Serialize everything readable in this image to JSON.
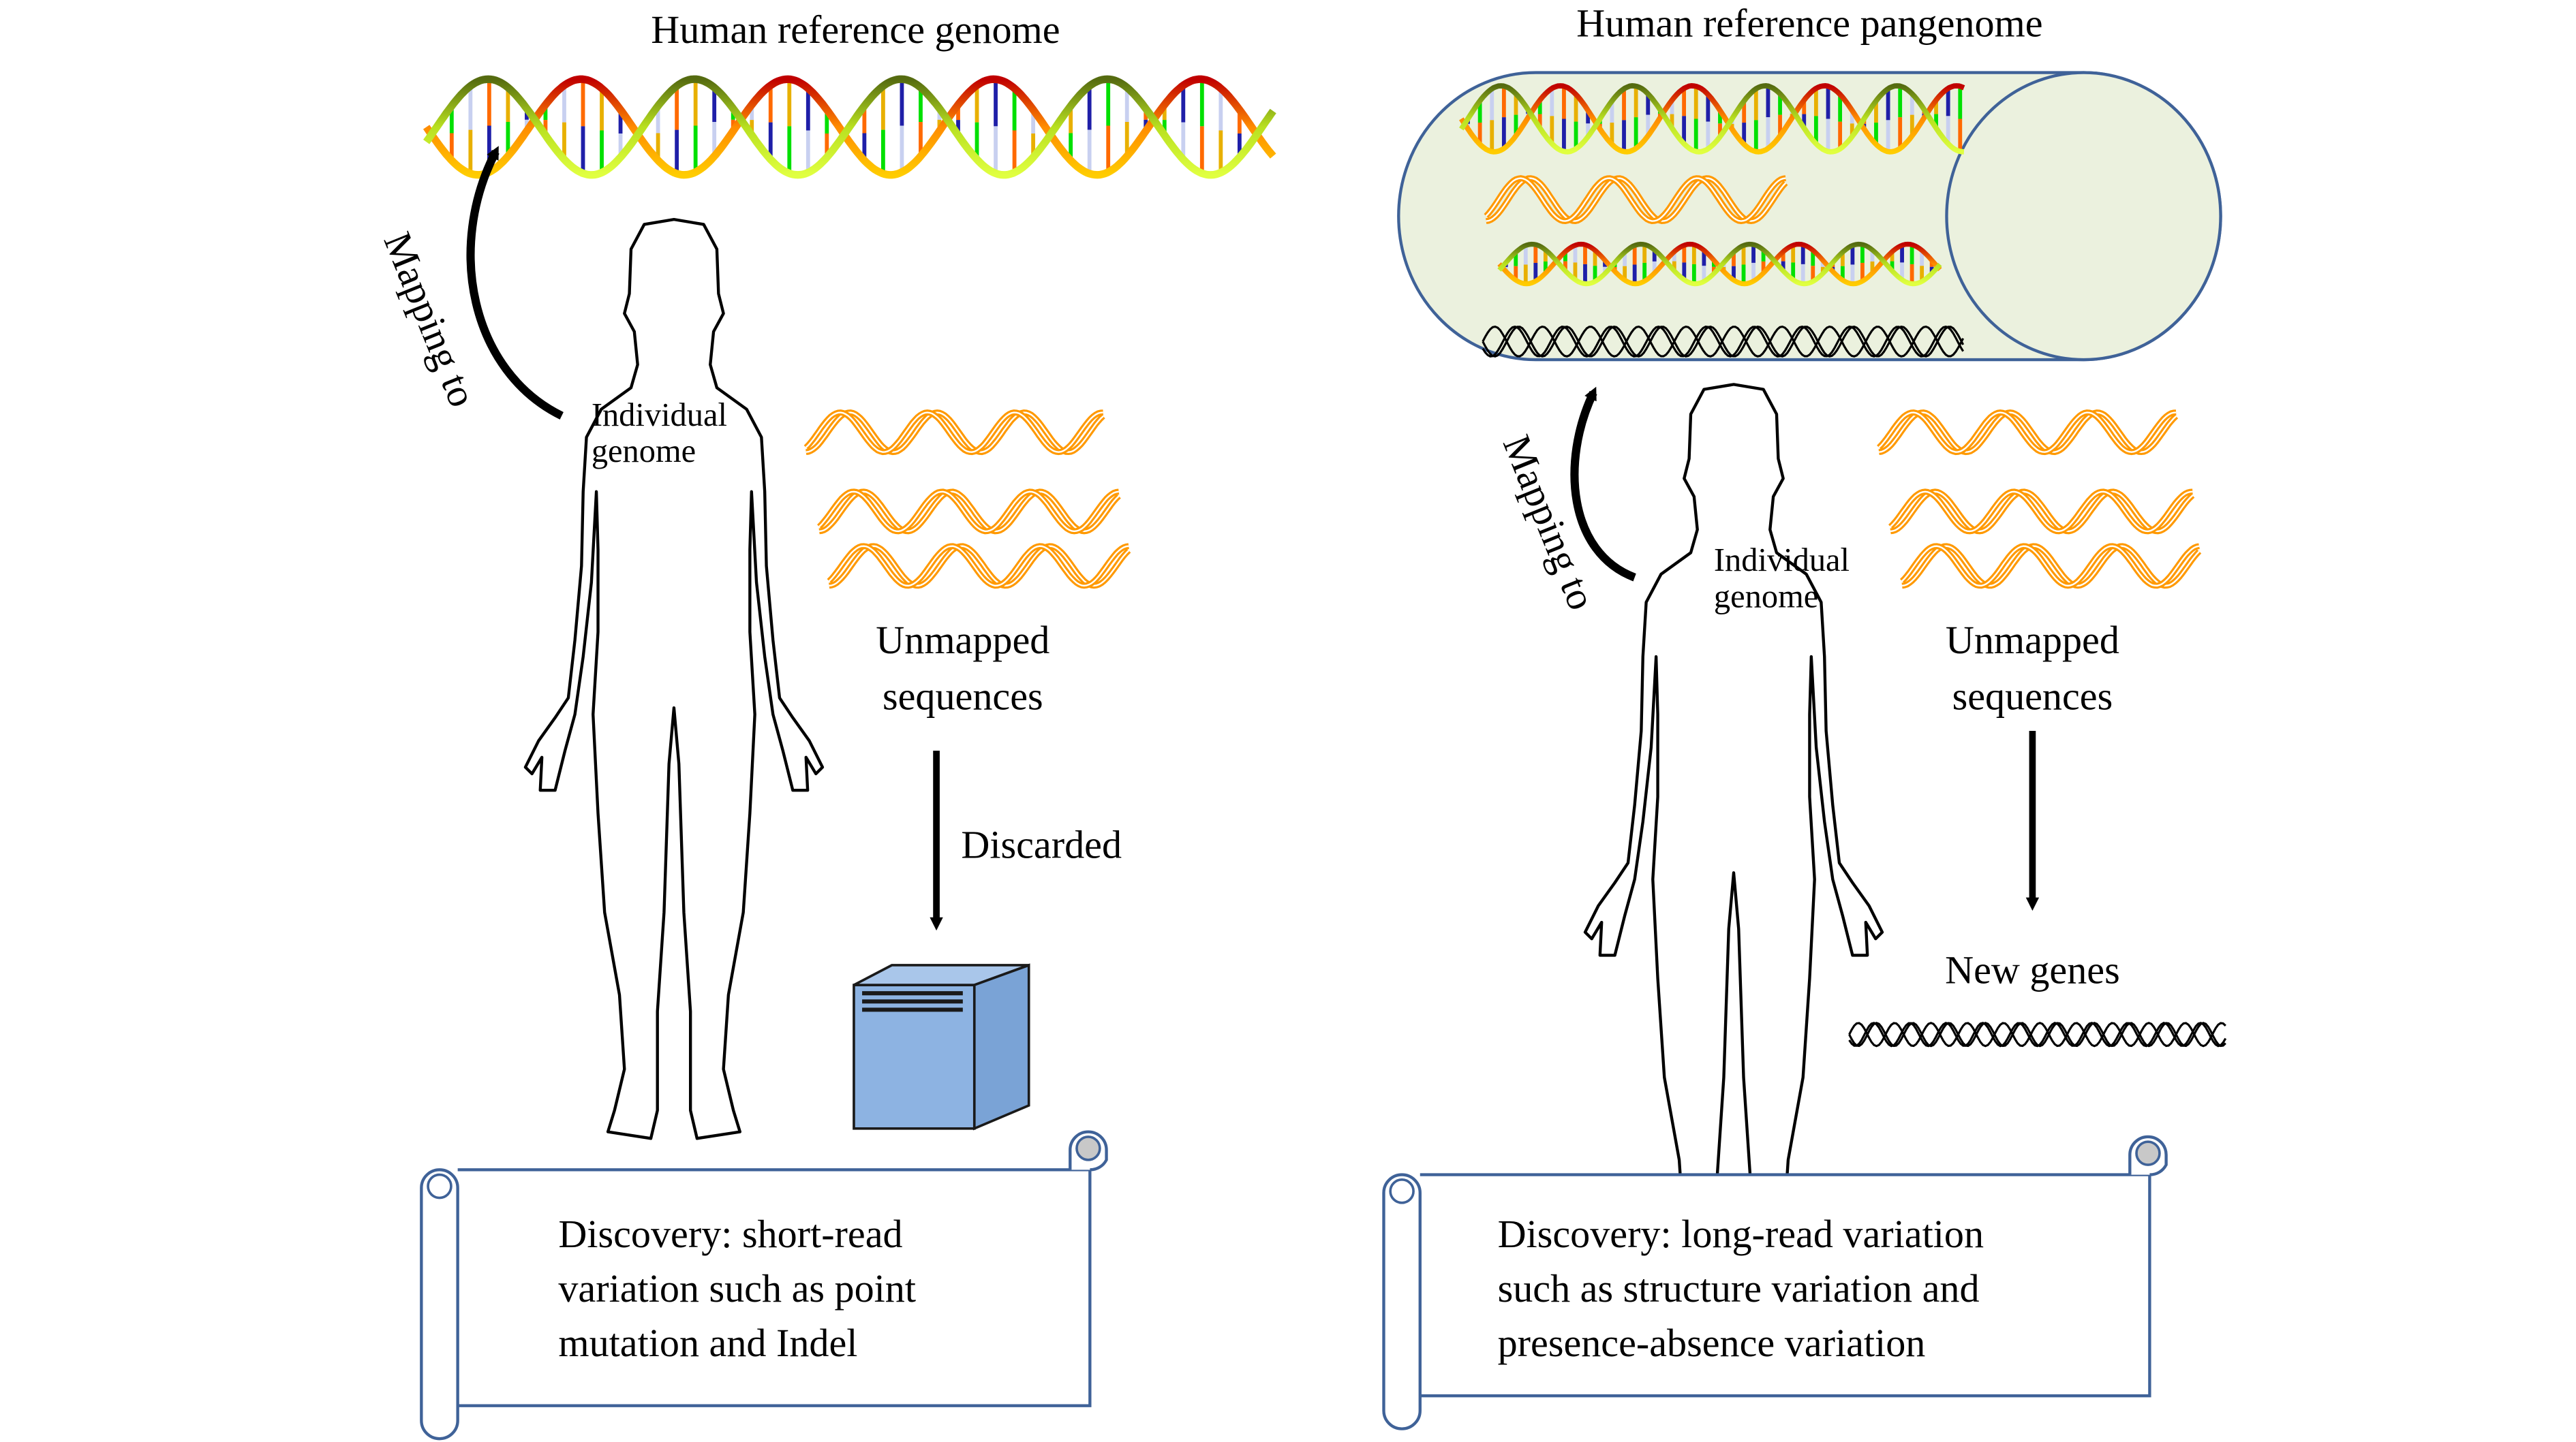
{
  "left_panel": {
    "title": "Human reference genome",
    "mapping_label": "Mapping to",
    "individual_label": [
      "Individual",
      "genome"
    ],
    "unmapped_label": [
      "Unmapped",
      "sequences"
    ],
    "discarded_label": "Discarded",
    "discovery_text": [
      "Discovery: short-read",
      "variation such as point",
      "mutation and Indel"
    ]
  },
  "right_panel": {
    "title": "Human reference pangenome",
    "mapping_label": "Mapping to",
    "individual_label": [
      "Individual",
      "genome"
    ],
    "unmapped_label": [
      "Unmapped",
      "sequences"
    ],
    "new_genes_label": "New genes",
    "discovery_text": [
      "Discovery: long-read variation",
      "such as structure variation and",
      "presence-absence variation"
    ]
  },
  "colors": {
    "unmapped_strand": "#ff9900",
    "cylinder_fill": "#ebf1de",
    "outline_blue": "#3f6298",
    "bin_fill": "#8db3e2",
    "scroll_fill": "#ffffff",
    "scroll_curl": "#c8c8c8"
  },
  "icons": [
    "dna-helix-icon",
    "human-silhouette-icon",
    "discard-bin-icon",
    "scroll-icon",
    "pangenome-cylinder-icon"
  ]
}
